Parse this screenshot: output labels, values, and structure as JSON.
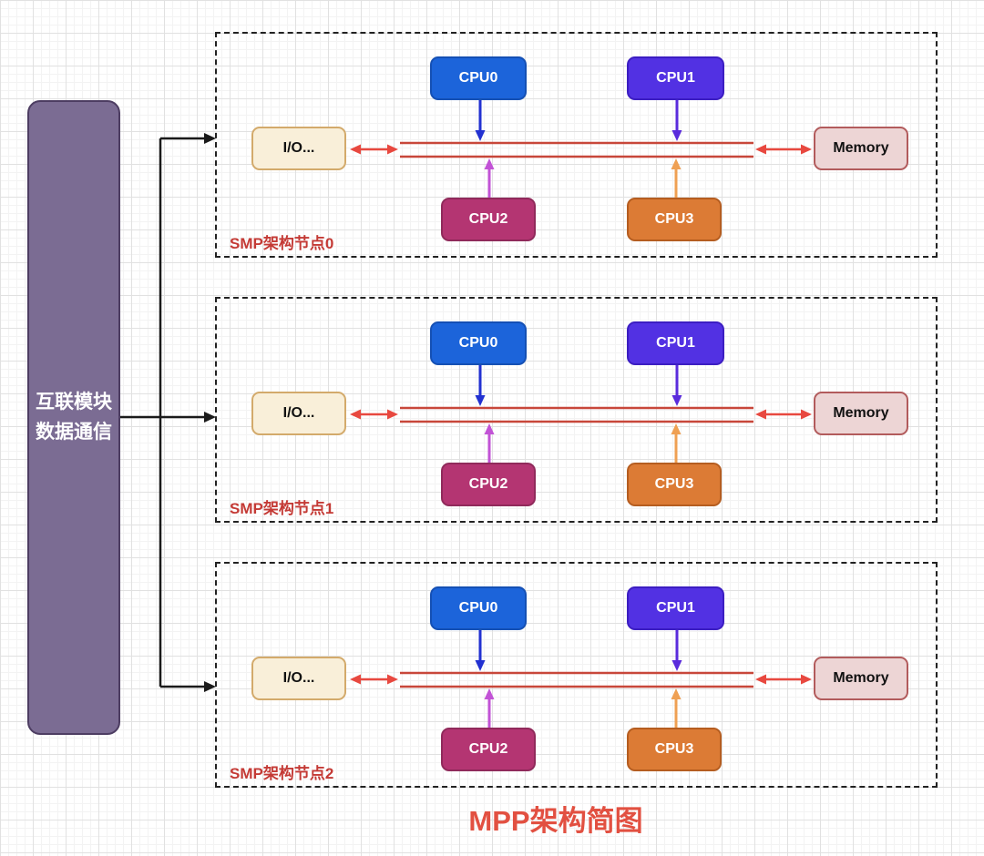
{
  "title": "MPP架构简图",
  "interconnect": {
    "label_line1": "互联模块",
    "label_line2": "数据通信"
  },
  "nodes": [
    {
      "label": "SMP架构节点0",
      "cpu0": "CPU0",
      "cpu1": "CPU1",
      "io": "I/O...",
      "memory": "Memory",
      "cpu2": "CPU2",
      "cpu3": "CPU3"
    },
    {
      "label": "SMP架构节点1",
      "cpu0": "CPU0",
      "cpu1": "CPU1",
      "io": "I/O...",
      "memory": "Memory",
      "cpu2": "CPU2",
      "cpu3": "CPU3"
    },
    {
      "label": "SMP架构节点2",
      "cpu0": "CPU0",
      "cpu1": "CPU1",
      "io": "I/O...",
      "memory": "Memory",
      "cpu2": "CPU2",
      "cpu3": "CPU3"
    }
  ],
  "colors": {
    "cpu0_fill": "#1c64da",
    "cpu0_border": "#1550b4",
    "cpu1_fill": "#5231e3",
    "cpu1_border": "#3c1ec2",
    "cpu2_fill": "#b43572",
    "cpu2_border": "#902a5b",
    "cpu3_fill": "#dc7b35",
    "cpu3_border": "#b55d20",
    "io_fill": "#f9efd9",
    "io_border": "#d3aa6b",
    "memory_fill": "#edd5d5",
    "memory_border": "#b25b5c",
    "bus_line": "#c8473a",
    "bus_arrow": "#e8483f",
    "cpu0_arrow": "#2231d1",
    "cpu1_arrow": "#5a2bdc",
    "cpu2_arrow": "#c253d6",
    "cpu3_arrow": "#efa053",
    "interconnect_fill": "#7b6c93",
    "interconnect_border": "#4d3d62",
    "node_border": "#222222",
    "node_label": "#c43a35",
    "title": "#e25041",
    "connector": "#1a1a1a",
    "grid_minor": "#f3f3f3",
    "grid_major": "#e1e1e1"
  }
}
